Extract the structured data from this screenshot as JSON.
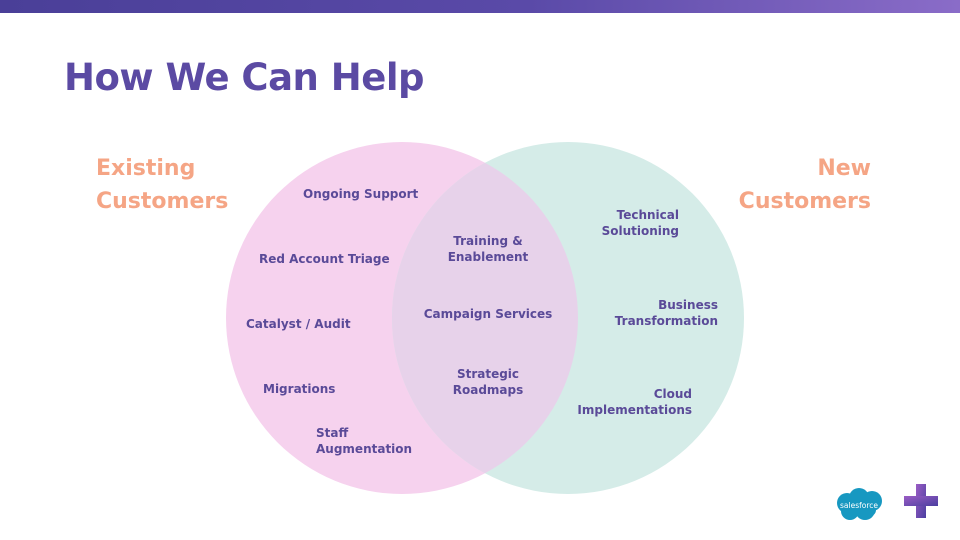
{
  "title": "How We Can Help",
  "left_group": {
    "label": "Existing\nCustomers"
  },
  "right_group": {
    "label": "New\nCustomers"
  },
  "left_items": [
    "Ongoing Support",
    "Red Account Triage",
    "Catalyst / Audit",
    "Migrations",
    "Staff\nAugmentation"
  ],
  "overlap_items": [
    "Training  &\nEnablement",
    "Campaign Services",
    "Strategic\nRoadmaps"
  ],
  "right_items": [
    "Technical\nSolutioning",
    "Business\nTransformation",
    "Cloud\nImplementations"
  ],
  "branding": {
    "salesforce_text": "salesforce",
    "logos": [
      "salesforce-cloud-icon",
      "plus-logo-icon"
    ]
  },
  "colors": {
    "title": "#5b4aa3",
    "side_labels": "#f5a585",
    "item_text": "#5a4a98",
    "left_circle": "#f6d2ee",
    "right_circle": "#d5ece8",
    "overlap": "#e7d2ea",
    "salesforce_blue": "#1798c1"
  }
}
